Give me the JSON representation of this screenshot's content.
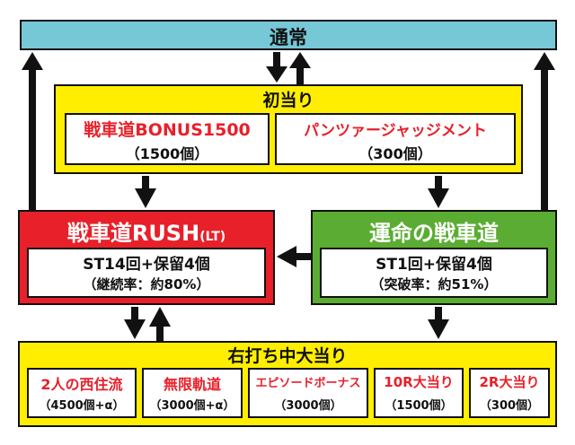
{
  "top": {
    "label": "通常",
    "color": "#76c8d6"
  },
  "first_hit": {
    "title": "初当り",
    "color": "#ffee00",
    "left": {
      "name": "戦車道BONUS1500",
      "count": "（1500個）"
    },
    "right": {
      "name": "パンツァージャッジメント",
      "count": "（300個）"
    }
  },
  "rush": {
    "title": "戦車道RUSH",
    "suffix": "(LT)",
    "color": "#e8202a",
    "line1": "ST14回+保留4個",
    "line2": "（継続率：約80%）"
  },
  "fate": {
    "title": "運命の戦車道",
    "color": "#5aad32",
    "line1": "ST1回+保留4個",
    "line2": "（突破率：約51%）"
  },
  "right_hit": {
    "title": "右打ち中大当り",
    "color": "#ffee00",
    "items": [
      {
        "name": "2人の西住流",
        "count": "（4500個+α）"
      },
      {
        "name": "無限軌道",
        "count": "（3000個+α）"
      },
      {
        "name": "エピソードボーナス",
        "count": "（3000個）"
      },
      {
        "name": "10R大当り",
        "count": "（1500個）"
      },
      {
        "name": "2R大当り",
        "count": "（300個）"
      }
    ]
  }
}
